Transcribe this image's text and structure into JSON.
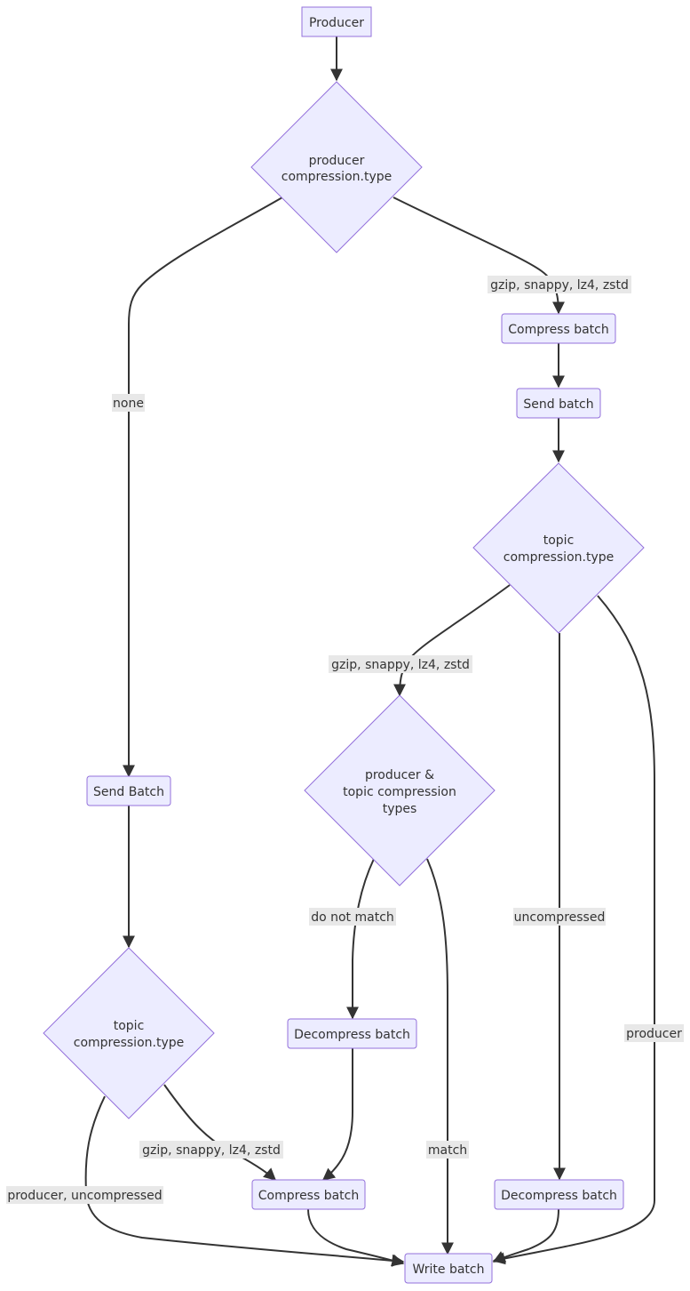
{
  "nodes": {
    "producer": "Producer",
    "producer_compression_type": [
      "producer",
      "compression.type"
    ],
    "compress_batch_1": "Compress batch",
    "send_batch_1": "Send batch",
    "topic_compression_type_1": [
      "topic",
      "compression.type"
    ],
    "producer_topic_types": [
      "producer &",
      "topic compression",
      "types"
    ],
    "send_batch_2": "Send Batch",
    "topic_compression_type_2": [
      "topic",
      "compression.type"
    ],
    "decompress_batch_1": "Decompress batch",
    "compress_batch_2": "Compress batch",
    "decompress_batch_2": "Decompress batch",
    "write_batch": "Write batch"
  },
  "edge_labels": {
    "none": "none",
    "codecs_1": "gzip, snappy, lz4, zstd",
    "codecs_2": "gzip, snappy, lz4, zstd",
    "uncompressed": "uncompressed",
    "producer": "producer",
    "do_not_match": "do not match",
    "match": "match",
    "codecs_3": "gzip, snappy, lz4, zstd",
    "producer_uncompressed": "producer, uncompressed"
  }
}
